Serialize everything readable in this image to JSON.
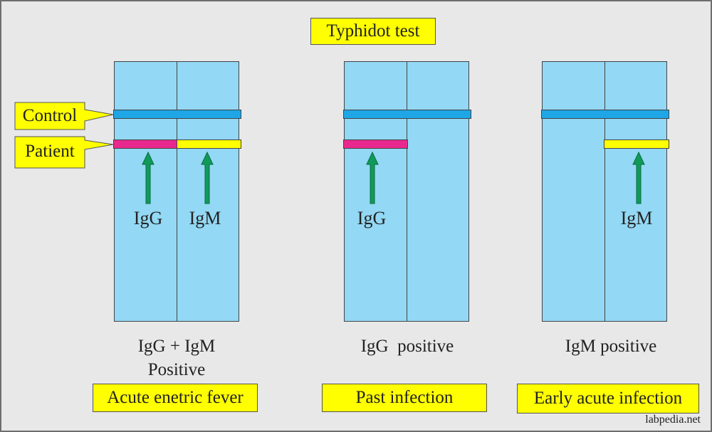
{
  "title": "Typhidot test",
  "labels": {
    "control": "Control",
    "patient": "Patient"
  },
  "panels": [
    {
      "igg_label": "IgG",
      "igm_label": "IgM",
      "result_line1": "IgG + IgM",
      "result_line2": "Positive",
      "interpretation": "Acute enetric fever"
    },
    {
      "igg_label": "IgG",
      "igm_label": "",
      "result_line1": "IgG  positive",
      "result_line2": "",
      "interpretation": "Past infection"
    },
    {
      "igg_label": "",
      "igm_label": "IgM",
      "result_line1": "IgM positive",
      "result_line2": "",
      "interpretation": "Early acute infection"
    }
  ],
  "credit": "labpedia.net",
  "colors": {
    "background": "#e8e8e8",
    "strip": "#93d8f4",
    "control_band": "#1ea6e6",
    "igg_band": "#e8288e",
    "igm_band": "#ffff00",
    "arrow": "#109a5a",
    "label_box": "#ffff00"
  }
}
